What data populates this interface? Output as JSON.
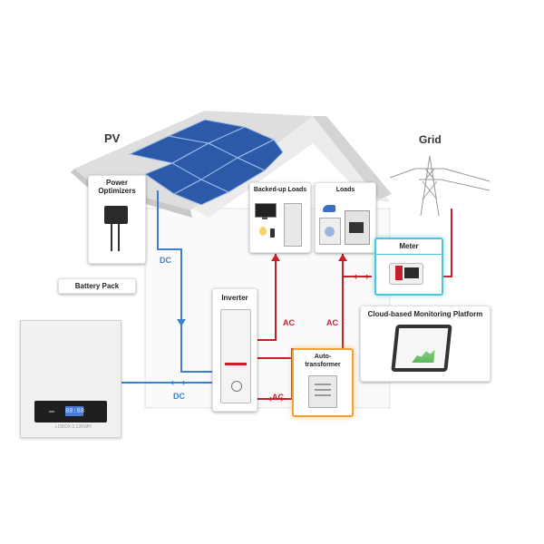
{
  "labels": {
    "pv": "PV",
    "grid": "Grid",
    "power_optimizers": "Power Optimizers",
    "battery_pack": "Battery Pack",
    "backed_up_loads": "Backed-up Loads",
    "loads": "Loads",
    "meter": "Meter",
    "inverter": "Inverter",
    "auto_transformer": "Auto-transformer",
    "cloud_platform": "Cloud-based Monitoring Platform",
    "battery_display": "88:88",
    "battery_model": "LDBOX 5.12KWH"
  },
  "flow_labels": {
    "dc_optimizer": "DC",
    "dc_battery": "DC",
    "ac_backed_up": "AC",
    "ac_loads": "AC",
    "ac_transformer": "AC"
  },
  "colors": {
    "dc_line": "#3d7fcf",
    "ac_line": "#c8202a",
    "meter_glow": "#4fc3d8",
    "transformer_glow": "#f0a13a",
    "solar_panel": "#2d5aa8"
  }
}
